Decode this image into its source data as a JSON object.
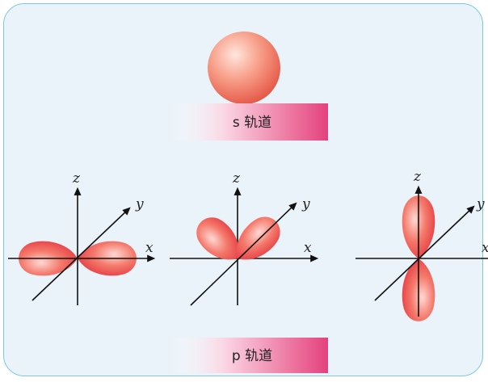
{
  "s_section": {
    "caption": "s 轨道"
  },
  "p_section": {
    "caption": "p 轨道"
  },
  "axes": {
    "x_label": "x",
    "y_label": "y",
    "z_label": "z"
  },
  "colors": {
    "panel_background": "#eaf3fa",
    "panel_border": "#7cc7e6",
    "lobe_red": "#e8323a",
    "label_pink": "#ec5c8c"
  }
}
